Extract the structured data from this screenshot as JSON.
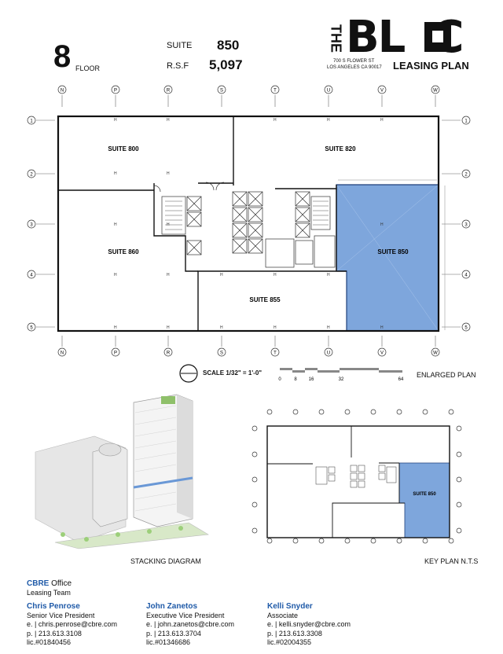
{
  "header": {
    "floor_number": "8",
    "floor_word": "FLOOR",
    "suite_label": "SUITE",
    "suite_value": "850",
    "rsf_label": "R.S.F",
    "rsf_value": "5,097"
  },
  "logo": {
    "the": "THE",
    "bloc": "BL  C",
    "address_line1": "700 S FLOWER ST",
    "address_line2": "LOS ANGELES CA 90017",
    "leasing_plan": "LEASING PLAN"
  },
  "plan": {
    "column_labels": [
      "N",
      "P",
      "R",
      "S",
      "T",
      "U",
      "V",
      "W"
    ],
    "row_labels": [
      "1",
      "2",
      "3",
      "4",
      "5"
    ],
    "suites": {
      "s800": "SUITE 800",
      "s820": "SUITE 820",
      "s860": "SUITE 860",
      "s850": "SUITE 850",
      "s855": "SUITE 855"
    },
    "highlight_color": "#7ea6dc"
  },
  "scale": {
    "label": "SCALE 1/32\" = 1'-0\"",
    "ticks": [
      "0",
      "8",
      "16",
      "32",
      "64"
    ],
    "enlarged_plan": "ENLARGED PLAN"
  },
  "captions": {
    "stacking": "STACKING DIAGRAM",
    "key_plan": "KEY PLAN N.T.S",
    "key_suite": "SUITE 850"
  },
  "team": {
    "cbre_brand": "CBRE",
    "office_word": " Office",
    "leasing_team": "Leasing Team",
    "contacts": [
      {
        "name": "Chris Penrose",
        "title": "Senior Vice President",
        "email": "e. | chris.penrose@cbre.com",
        "phone": "p. | 213.613.3108",
        "lic": "lic.#01840456"
      },
      {
        "name": "John Zanetos",
        "title": "Executive Vice President",
        "email": "e. | john.zanetos@cbre.com",
        "phone": "p. | 213.613.3704",
        "lic": "lic.#01346686"
      },
      {
        "name": "Kelli Snyder",
        "title": "Associate",
        "email": "e. | kelli.snyder@cbre.com",
        "phone": "p. | 213.613.3308",
        "lic": "lic.#02004355"
      }
    ]
  }
}
